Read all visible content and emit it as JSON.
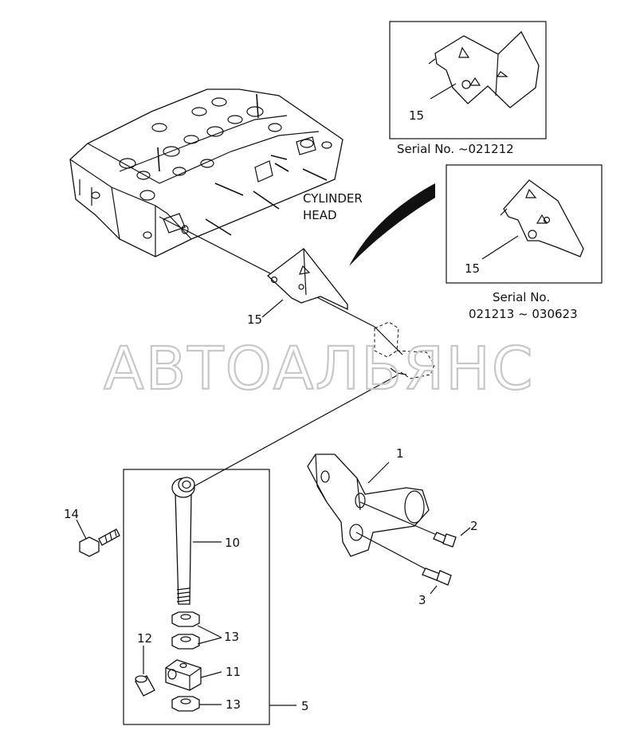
{
  "labels": {
    "cylinder_head_line1": "CYLINDER",
    "cylinder_head_line2": "HEAD",
    "inset1_caption": "Serial No. ~021212",
    "inset2_caption_line1": "Serial No.",
    "inset2_caption_line2": "021213 ~ 030623",
    "watermark": "АВТОАЛЬЯНС"
  },
  "callouts": {
    "c1": "1",
    "c2": "2",
    "c3": "3",
    "c5": "5",
    "c10": "10",
    "c11": "11",
    "c12": "12",
    "c13a": "13",
    "c13b": "13",
    "c14": "14",
    "c15_main": "15",
    "c15_inset1": "15",
    "c15_inset2": "15"
  }
}
